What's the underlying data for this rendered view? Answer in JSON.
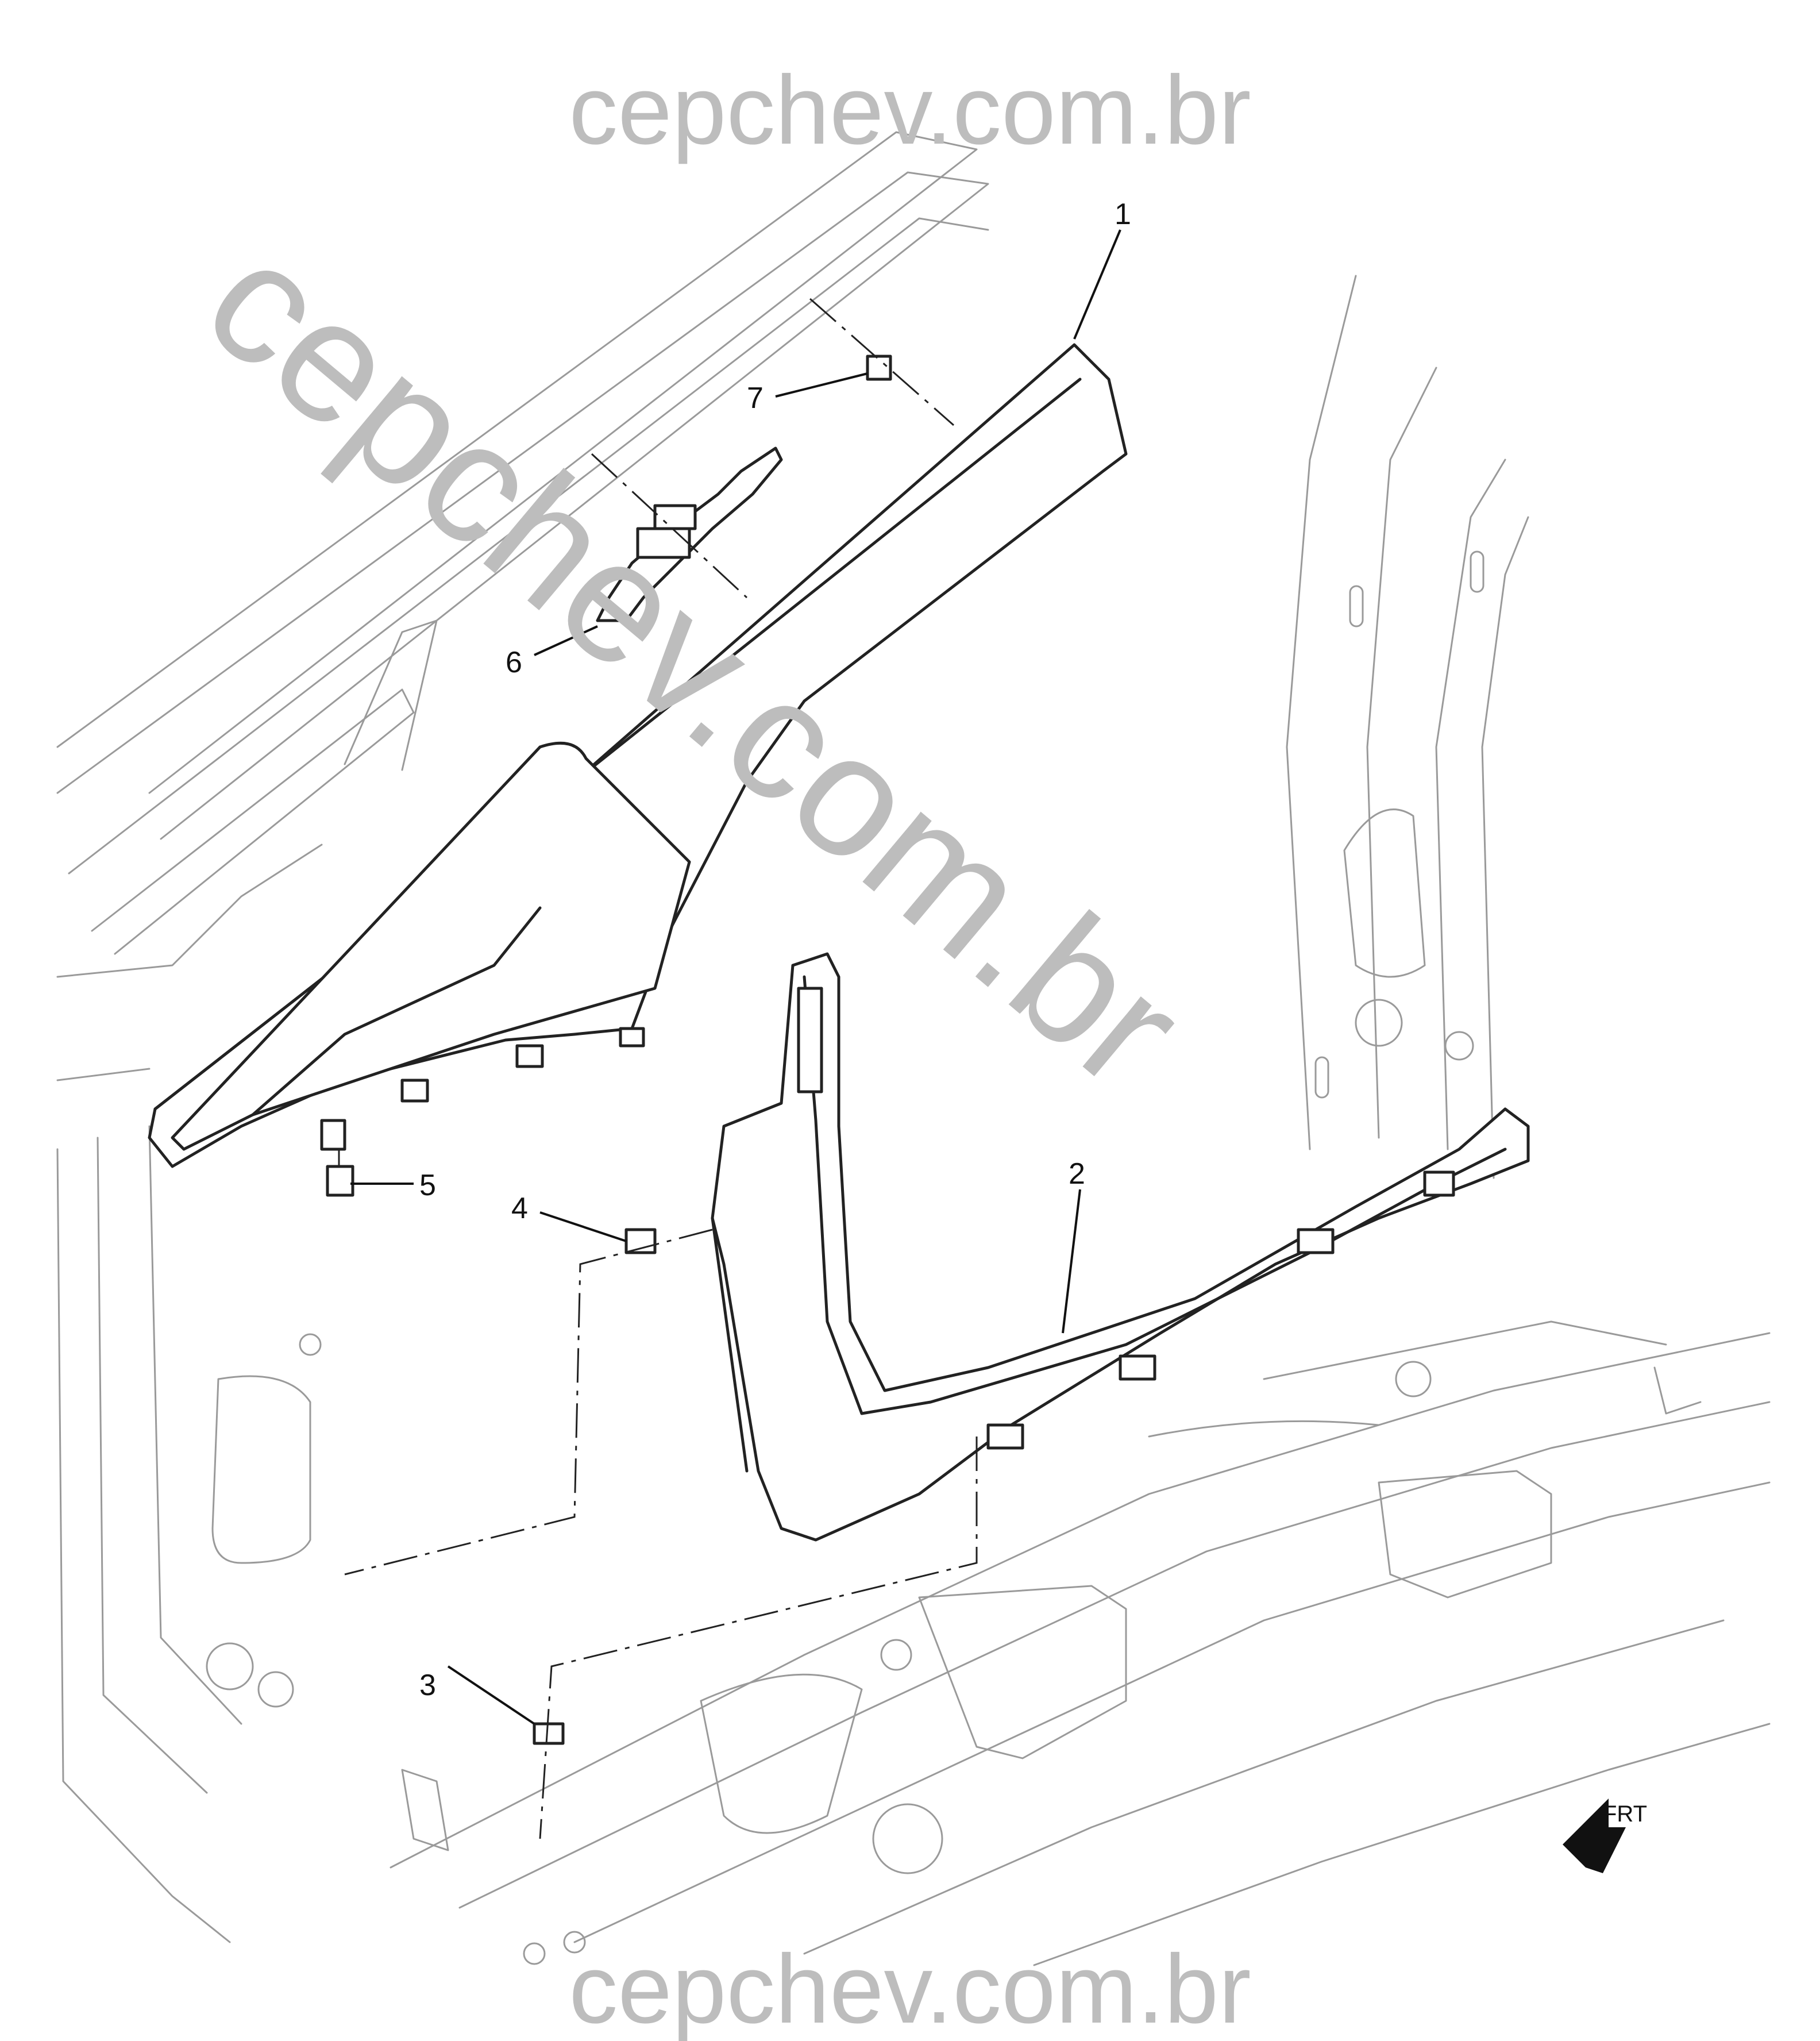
{
  "watermark": {
    "top": "cepchev.com.br",
    "bottom": "cepchev.com.br",
    "diagonal": "cepchev.com.br",
    "color": "#bdbdbd"
  },
  "callouts": [
    {
      "id": "1",
      "label": "1"
    },
    {
      "id": "2",
      "label": "2"
    },
    {
      "id": "3",
      "label": "3"
    },
    {
      "id": "4",
      "label": "4"
    },
    {
      "id": "5",
      "label": "5"
    },
    {
      "id": "6",
      "label": "6"
    },
    {
      "id": "7",
      "label": "7"
    }
  ],
  "direction_indicator": {
    "label": "FRT",
    "icon": "front-arrow-icon"
  },
  "colors": {
    "line": "#222222",
    "light_line": "#9a9a9a",
    "background": "#ffffff"
  }
}
